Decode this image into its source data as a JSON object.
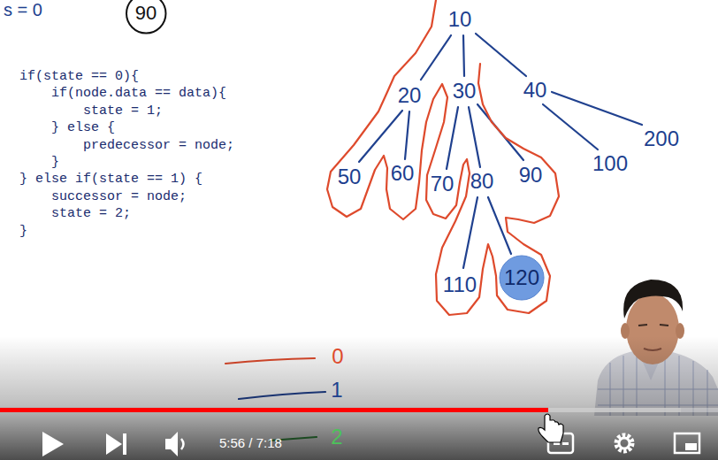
{
  "diagram": {
    "nodes": [
      {
        "text": [
          "90"
        ]
      },
      {
        "text": [
          "120"
        ]
      }
    ],
    "labels": [
      "s = 0",
      "if(state == 0){",
      "    if(node.data == data){",
      "        state = 1;",
      "    } else {",
      "        predecessor = node;",
      "    }",
      "} else if(state == 1) {",
      "    successor = node;",
      "    state = 2;",
      "}",
      "10",
      "20",
      "30",
      "40",
      "50",
      "60",
      "70",
      "80",
      "90",
      "100",
      "200",
      "110",
      "5:56 / 7:18"
    ],
    "legend": [
      {
        "text": "0"
      },
      {
        "text": "1"
      },
      {
        "text": "2"
      }
    ]
  }
}
